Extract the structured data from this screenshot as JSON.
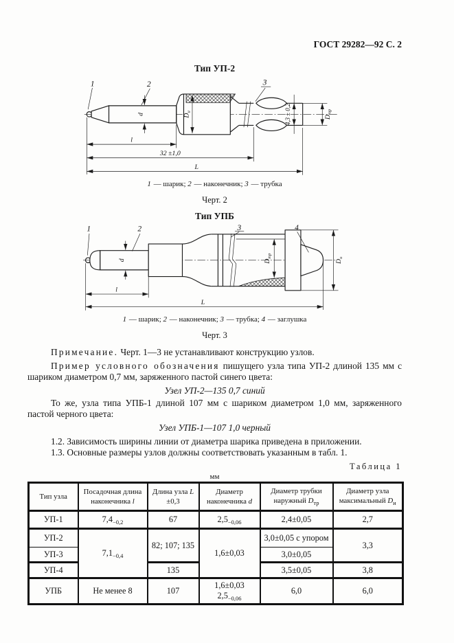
{
  "header": {
    "gost": "ГОСТ 29282—92 С. 2"
  },
  "figure2": {
    "title": "Тип УП-2",
    "fig_label": "Черт. 2",
    "callouts": {
      "c1": "1",
      "c2": "2",
      "c3": "3"
    },
    "dims": {
      "d": "d",
      "du_main": "D",
      "du_sub": "и",
      "h43": "4,3 ± 0,2",
      "dtr_main": "D",
      "dtr_sub": "тр",
      "l": "l",
      "len32": "32 ±1,0",
      "L": "L"
    },
    "caption": [
      {
        "num": "1",
        "text": " — шарик; "
      },
      {
        "num": "2",
        "text": " — наконечник; "
      },
      {
        "num": "3",
        "text": " — трубка"
      }
    ]
  },
  "figure3": {
    "title": "Тип УПБ",
    "fig_label": "Черт. 3",
    "callouts": {
      "c1": "1",
      "c2": "2",
      "c3": "3",
      "c4": "4"
    },
    "dims": {
      "d": "d",
      "dtr_main": "D",
      "dtr_sub": "тр",
      "du_main": "D",
      "du_sub": "и",
      "l": "l",
      "L": "L"
    },
    "caption": [
      {
        "num": "1",
        "text": " — шарик; "
      },
      {
        "num": "2",
        "text": " — наконечник; "
      },
      {
        "num": "3",
        "text": " — трубка; "
      },
      {
        "num": "4",
        "text": " — заглушка"
      }
    ]
  },
  "text": {
    "note_lead": "Примечание.",
    "note_rest": " Черт. 1—3 не устанавливают конструкцию узлов.",
    "example_lead": "Пример условного обозначения",
    "example_rest": " пишущего узла типа УП-2 длиной 135 мм с шариком диаметром 0,7 мм, заряженного пастой синего цвета:",
    "designation1": "Узел УП-2—135 0,7 синий",
    "same_para": "То же, узла типа УПБ-1 длиной 107 мм с шариком диаметром 1,0 мм, заряженного пастой черного цвета:",
    "designation2": "Узел УПБ-1—107 1,0 черный",
    "item_1_2": "1.2.  Зависимость ширины линии от диаметра шарика приведена в приложении.",
    "item_1_3": "1.3.  Основные размеры узлов должны соответствовать указанным в табл. 1."
  },
  "table": {
    "label_word": "Таблица",
    "label_num": "1",
    "units": "мм",
    "headers": {
      "col1": "Тип узла",
      "col2": {
        "line1": "Посадочная длина",
        "line2": "наконечника",
        "var": "l"
      },
      "col3": {
        "line1": "Длина узла",
        "var": "L",
        "line2": "±0,3"
      },
      "col4": {
        "line1": "Диаметр",
        "line2": "наконечника",
        "var": "d"
      },
      "col5": {
        "line1": "Диаметр трубки",
        "line2": "наружный",
        "var": "D",
        "sub": "тр"
      },
      "col6": {
        "line1": "Диаметр узла",
        "line2": "максимальный",
        "var": "D",
        "sub": "и"
      }
    },
    "rows": {
      "up1": {
        "type": "УП-1",
        "l_main": "7,4",
        "l_sub": "−0,2",
        "L": "67",
        "d_main": "2,5",
        "d_sub": "−0,06",
        "dtr": "2,4±0,05",
        "du": "2,7"
      },
      "up2": {
        "type": "УП-2",
        "l_main": "7,1",
        "l_sub": "−0,4",
        "L": "82; 107; 135",
        "d": "1,6±0,03",
        "dtr": "3,0±0,05 с упором",
        "du": "3,3"
      },
      "up3": {
        "type": "УП-3",
        "dtr": "3,0±0,05"
      },
      "up4": {
        "type": "УП-4",
        "L": "135",
        "dtr": "3,5±0,05",
        "du": "3,8"
      },
      "upb": {
        "type": "УПБ",
        "l": "Не менее 8",
        "L": "107",
        "d_line1": "1,6±0,03",
        "d2_main": "2,5",
        "d2_sub": "−0,06",
        "dtr": "6,0",
        "du": "6,0"
      }
    }
  }
}
